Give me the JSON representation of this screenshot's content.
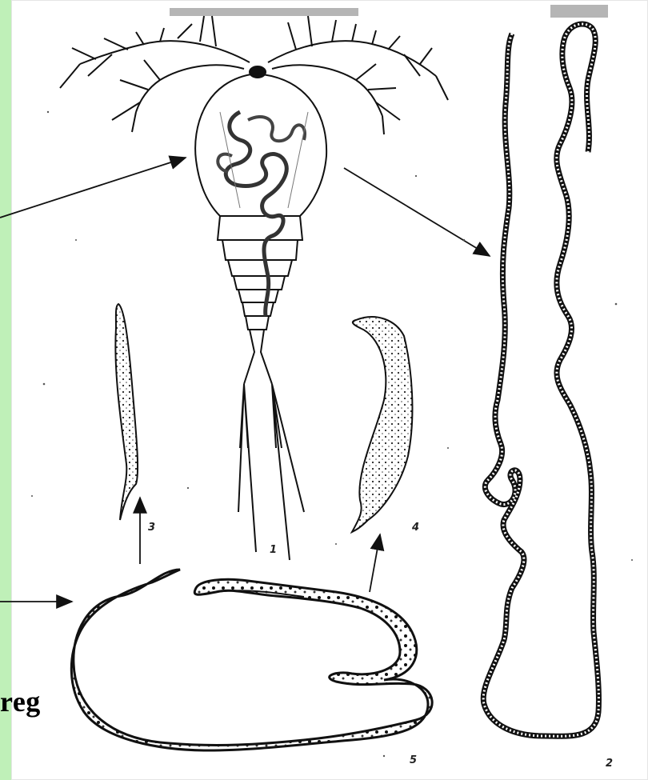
{
  "figure_labels": {
    "fig1": "1",
    "fig2": "2",
    "fig3": "3",
    "fig4": "4",
    "fig5": "5"
  },
  "caption": {
    "partial_text": "reg"
  },
  "colors": {
    "background": "#d8f7d6",
    "paper": "#ffffff",
    "ink": "#111111"
  }
}
